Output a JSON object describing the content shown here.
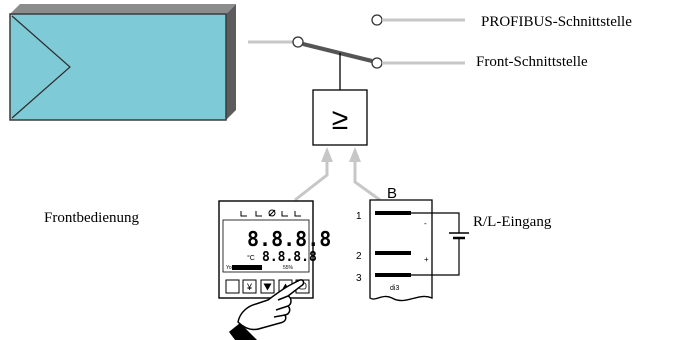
{
  "labels": {
    "profibus": "PROFIBUS-Schnittstelle",
    "front_interface": "Front-Schnittstelle",
    "front_operation": "Frontbedienung",
    "rl_input": "R/L-Eingang",
    "terminal_block": "B",
    "pin1": "1",
    "pin2": "2",
    "pin3": "3",
    "minus": "-",
    "plus": "+",
    "di3": "di3",
    "or_gate": "≥"
  },
  "display": {
    "main_value": "8.8.8.8",
    "unit": "°C",
    "sub_value": "8.8.8.8",
    "percent": "55%",
    "bar_label": "Yo"
  },
  "colors": {
    "device_fill": "#7ecad6",
    "device_stroke": "#3b3b3b",
    "wire_gray": "#c7c7c7",
    "switch_dark": "#555555",
    "line_black": "#000000"
  }
}
